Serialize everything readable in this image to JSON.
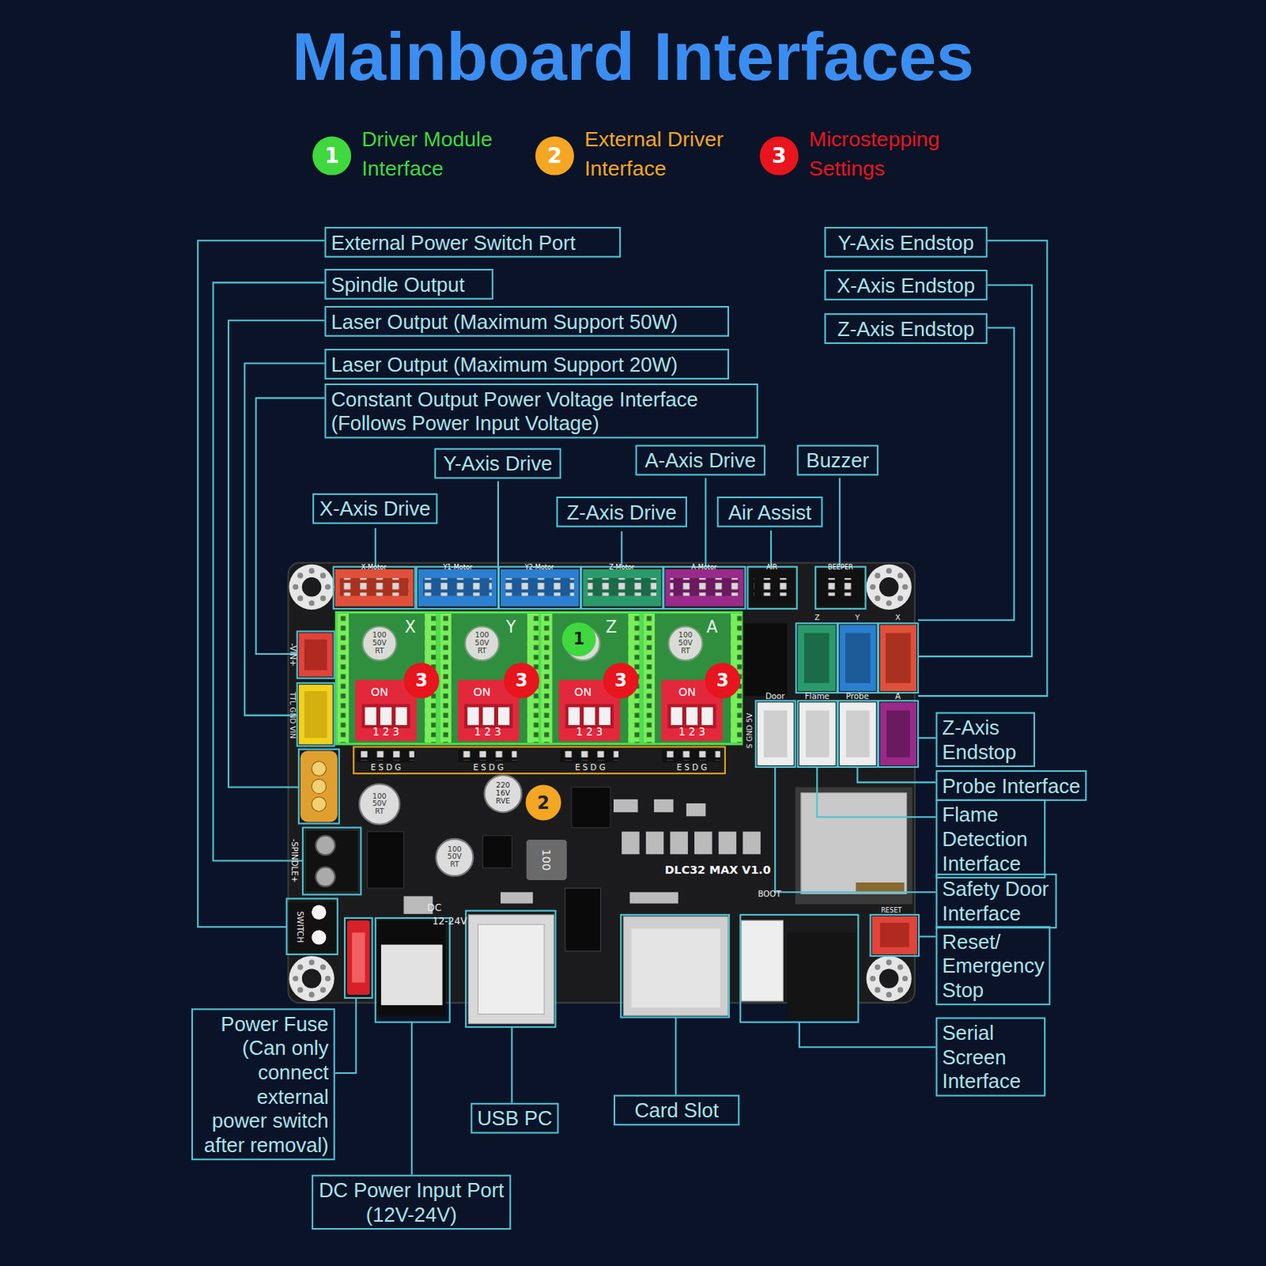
{
  "diagram": {
    "title": "Mainboard Interfaces",
    "nodes": [
      {
        "text": [
          "External Power Switch Port"
        ]
      },
      {
        "text": [
          "Y-Axis Endstop"
        ]
      },
      {
        "text": [
          "Spindle Output"
        ]
      },
      {
        "text": [
          "X-Axis Endstop"
        ]
      },
      {
        "text": [
          "Laser Output (Maximum Support 50W)"
        ]
      },
      {
        "text": [
          "Z-Axis Endstop"
        ]
      },
      {
        "text": [
          "Laser Output (Maximum Support 20W)"
        ]
      },
      {
        "text": [
          "Constant Output Power Voltage Interface (Follows Power Input Voltage)"
        ]
      },
      {
        "text": [
          "Y-Axis Drive"
        ]
      },
      {
        "text": [
          "A-Axis Drive"
        ]
      },
      {
        "text": [
          "Buzzer"
        ]
      },
      {
        "text": [
          "X-Axis Drive"
        ]
      },
      {
        "text": [
          "Z-Axis Drive"
        ]
      },
      {
        "text": [
          "Air Assist"
        ]
      },
      {
        "text": [
          "Z-Axis Endstop"
        ]
      },
      {
        "text": [
          "Probe Interface"
        ]
      },
      {
        "text": [
          "Flame Detection Interface"
        ]
      },
      {
        "text": [
          "Safety Door Interface"
        ]
      },
      {
        "text": [
          "Reset/ Emergency Stop"
        ]
      },
      {
        "text": [
          "Power Fuse (Can only connect external power switch after removal)"
        ]
      },
      {
        "text": [
          "Serial Screen Interface"
        ]
      },
      {
        "text": [
          "USB PC"
        ]
      },
      {
        "text": [
          "Card Slot"
        ]
      },
      {
        "text": [
          "DC Power Input Port (12V-24V)"
        ]
      }
    ],
    "labels": [
      "1",
      "2",
      "3",
      "X-Motor",
      "Y1-Motor",
      "Y2-Motor",
      "Z-Motor",
      "A-Motor",
      "AIR",
      "BEEPER",
      "X",
      "Y",
      "Z",
      "A",
      "100 50V RT",
      "100 50V RT",
      "100 50V RT",
      "ON",
      "ON",
      "ON",
      "ON",
      "1 2 3",
      "1 2 3",
      "1 2 3",
      "1 2 3",
      "3",
      "3",
      "3",
      "3",
      "1",
      "2",
      "E S D G",
      "E S D G",
      "E S D G",
      "E S D G",
      "Z",
      "Y",
      "X",
      "Door",
      "Flame",
      "Probe",
      "A",
      "S GND 5V",
      "-VIN+",
      "TTL GND VIN",
      "-SPINDLE+",
      "SWITCH",
      "100 50V RT",
      "220 16V RVE",
      "100 50V RT",
      "100",
      "DLC32 MAX V1.0",
      "BOOT",
      "RESET",
      "DC",
      "12-24V"
    ],
    "legend": [
      {
        "text": "Driver Module Interface",
        "color": "#3fd83f"
      },
      {
        "text": "External Driver Interface",
        "color": "#f5a623"
      },
      {
        "text": "Microstepping Settings",
        "color": "#e8141e"
      }
    ]
  }
}
